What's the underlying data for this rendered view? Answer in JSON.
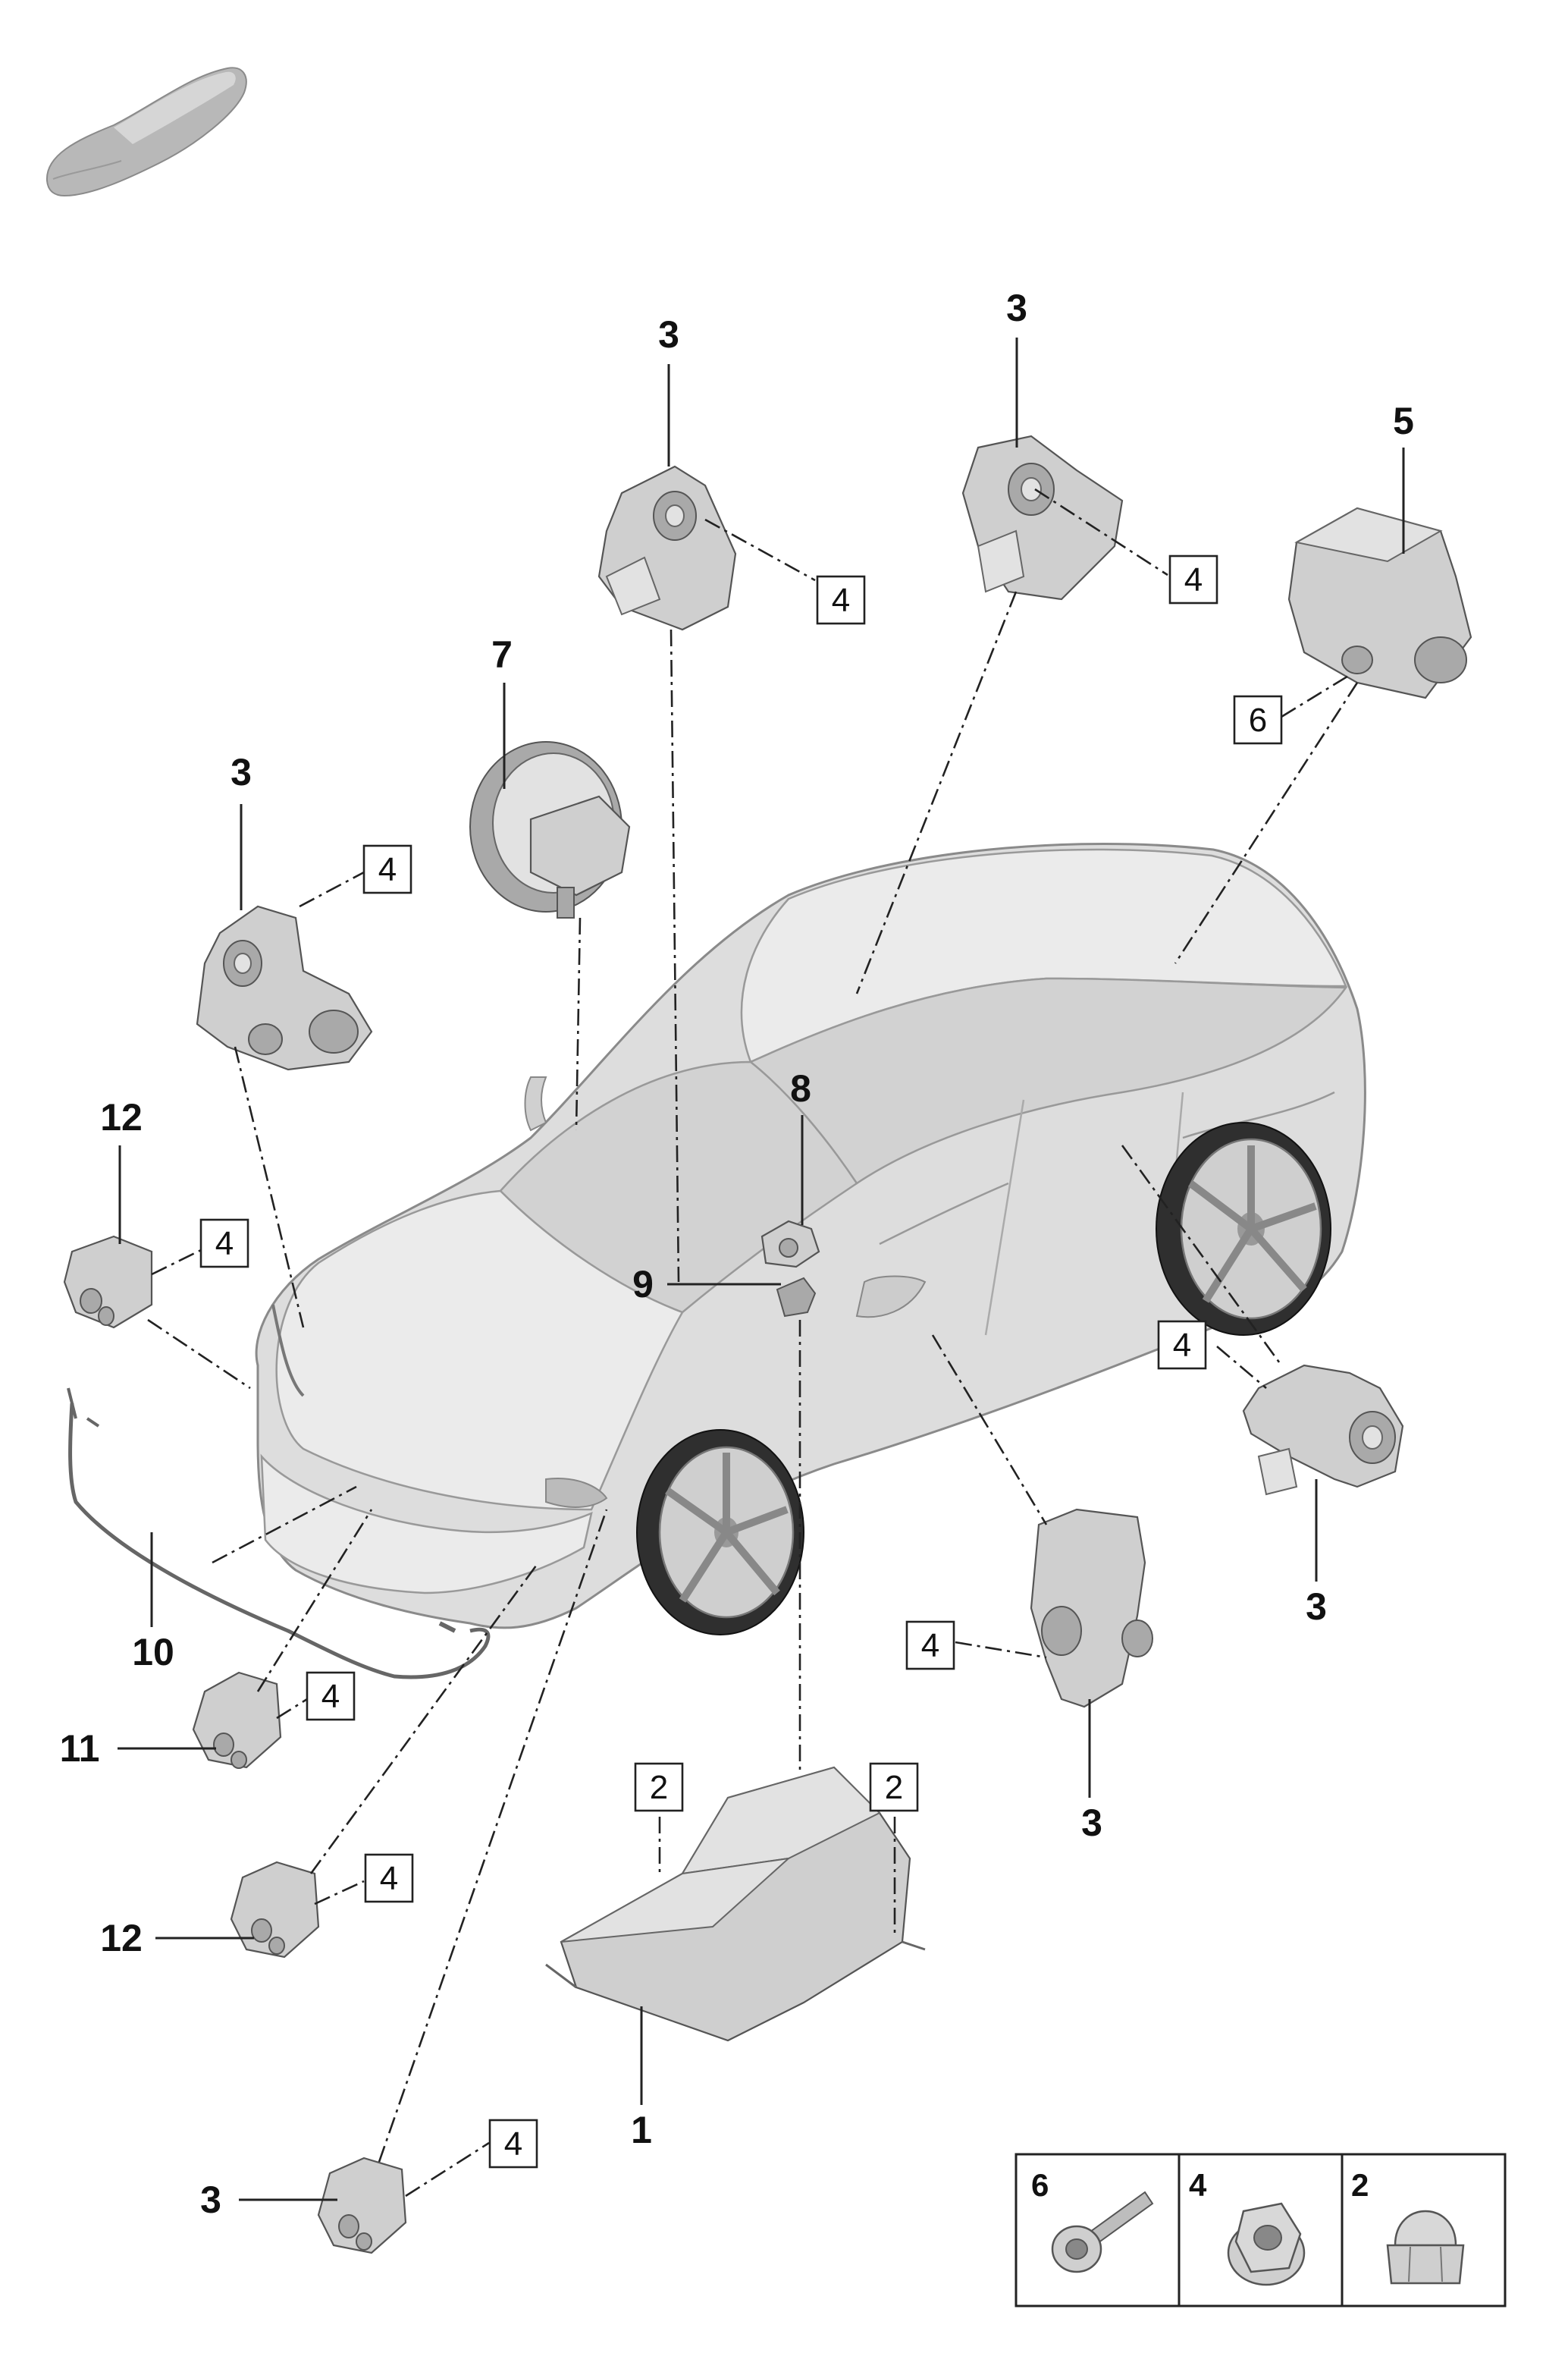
{
  "callouts": {
    "top_left_sensor": "3",
    "top_right_sensor": "3",
    "right_module": "5",
    "round_sensor": "7",
    "left_sensor": "3",
    "front_left_small": "12",
    "small_sensor_8": "8",
    "control_unit_9": "9",
    "right_lower_sensor": "3",
    "door_sensor": "3",
    "wire_harness": "10",
    "front_sensor_11": "11",
    "front_sensor_12": "12",
    "control_module": "1",
    "front_lower_sensor": "3"
  },
  "boxes": {
    "b_top_left": "4",
    "b_top_right": "4",
    "b_module": "6",
    "b_left": "4",
    "b_front_left": "4",
    "b_right_lower": "4",
    "b_door": "4",
    "b_sensor_11": "4",
    "b_sensor_12": "4",
    "b_ecu_left": "2",
    "b_ecu_right": "2",
    "b_front_lower": "4"
  },
  "legend": {
    "cell_1": "6",
    "cell_2": "4",
    "cell_3": "2"
  }
}
